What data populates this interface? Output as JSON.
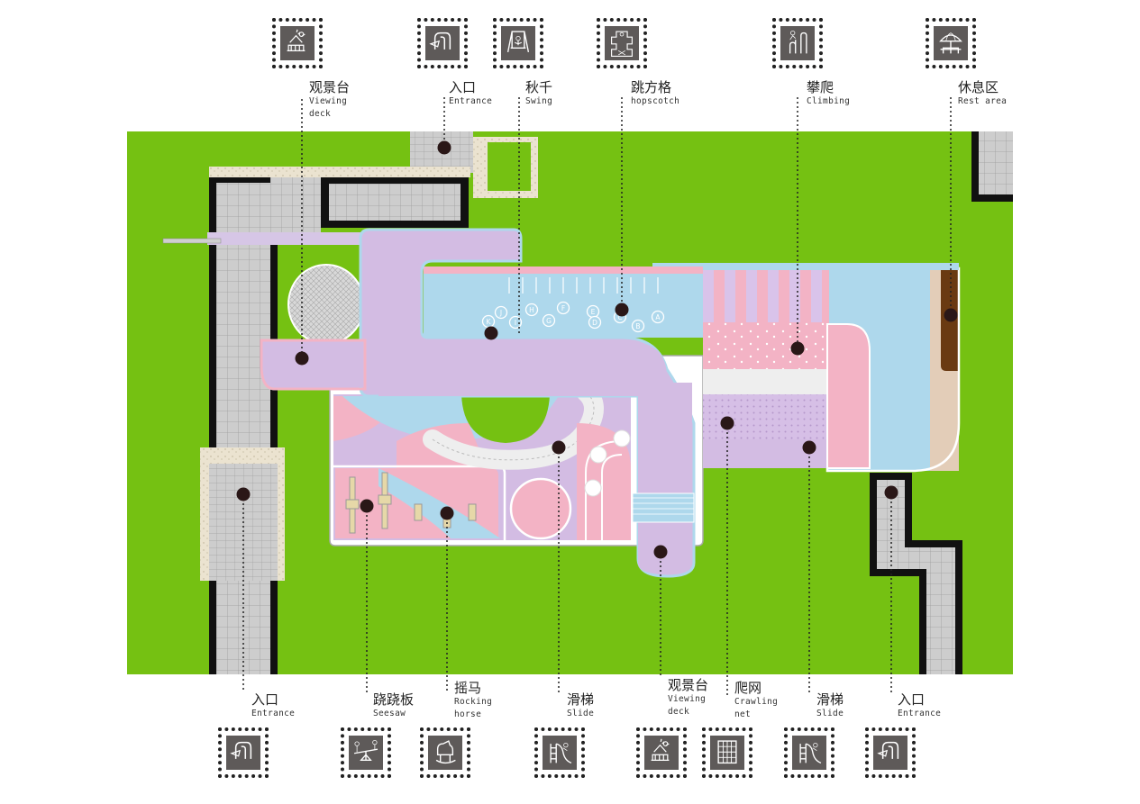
{
  "colors": {
    "grass": "#75c112",
    "lavender": "#d3bce3",
    "pink": "#f3b3c5",
    "sky": "#aed8ec",
    "paving": "#cdcdcd",
    "sand": "#ece5d2",
    "wood": "#6a3a12",
    "border": "#111111",
    "icon_bg": "#5e5a59"
  },
  "callouts": [
    {
      "cn": "观景台",
      "en": [
        "Viewing",
        "deck"
      ],
      "icon": "viewing-deck-icon"
    },
    {
      "cn": "入口",
      "en": [
        "Entrance"
      ],
      "icon": "entrance-icon"
    },
    {
      "cn": "秋千",
      "en": [
        "Swing"
      ],
      "icon": "swing-icon"
    },
    {
      "cn": "跳方格",
      "en": [
        "hopscotch"
      ],
      "icon": "hopscotch-icon"
    },
    {
      "cn": "攀爬",
      "en": [
        "Climbing"
      ],
      "icon": "climbing-icon"
    },
    {
      "cn": "休息区",
      "en": [
        "Rest area"
      ],
      "icon": "rest-area-icon"
    },
    {
      "cn": "入口",
      "en": [
        "Entrance"
      ],
      "icon": "entrance-icon"
    },
    {
      "cn": "跷跷板",
      "en": [
        "Seesaw"
      ],
      "icon": "seesaw-icon"
    },
    {
      "cn": "摇马",
      "en": [
        "Rocking",
        "horse"
      ],
      "icon": "rocking-horse-icon"
    },
    {
      "cn": "滑梯",
      "en": [
        "Slide"
      ],
      "icon": "slide-icon"
    },
    {
      "cn": "观景台",
      "en": [
        "Viewing",
        "deck"
      ],
      "icon": "viewing-deck-icon"
    },
    {
      "cn": "爬网",
      "en": [
        "Crawling",
        "net"
      ],
      "icon": "crawling-net-icon"
    },
    {
      "cn": "滑梯",
      "en": [
        "Slide"
      ],
      "icon": "slide-icon"
    },
    {
      "cn": "入口",
      "en": [
        "Entrance"
      ],
      "icon": "entrance-icon"
    }
  ],
  "hopscotch_letters": [
    "K",
    "J",
    "I",
    "H",
    "G",
    "F",
    "E",
    "D",
    "C",
    "B",
    "A"
  ]
}
